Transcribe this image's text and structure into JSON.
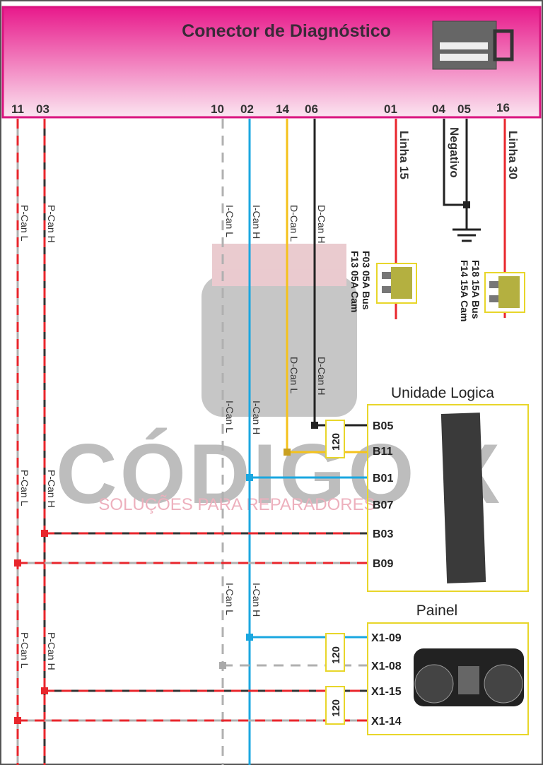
{
  "header": {
    "title": "Conector de Diagnóstico",
    "pins": [
      "11",
      "03",
      "10",
      "02",
      "14",
      "06",
      "01",
      "04",
      "05",
      "16"
    ]
  },
  "wires": {
    "p_can_l": "P-Can L",
    "p_can_h": "P-Can H",
    "i_can_l": "I-Can L",
    "i_can_h": "I-Can H",
    "d_can_l": "D-Can L",
    "d_can_h": "D-Can H",
    "linha15": "Linha 15",
    "linha30": "Linha 30",
    "negativo": "Negativo"
  },
  "fuses": {
    "f1_line1": "F03 05A Bus",
    "f1_line2": "F13 05A Cam",
    "f2_line1": "F18 15A Bus",
    "f2_line2": "F14 15A Cam"
  },
  "unidade": {
    "title": "Unidade Logica",
    "pins": [
      "B05",
      "B11",
      "B01",
      "B07",
      "B03",
      "B09"
    ]
  },
  "painel": {
    "title": "Painel",
    "pins": [
      "X1-09",
      "X1-08",
      "X1-15",
      "X1-14"
    ]
  },
  "resistor": "120",
  "watermark": {
    "brand": "CÓDIGO X",
    "tagline": "SOLUÇÕES PARA REPARADORES"
  },
  "colors": {
    "header_top": "#e8198b",
    "red": "#e8262c",
    "blue": "#1aa7e0",
    "yellow": "#f5c21b",
    "gray": "#b0b0b0",
    "box": "#e8d62a"
  }
}
